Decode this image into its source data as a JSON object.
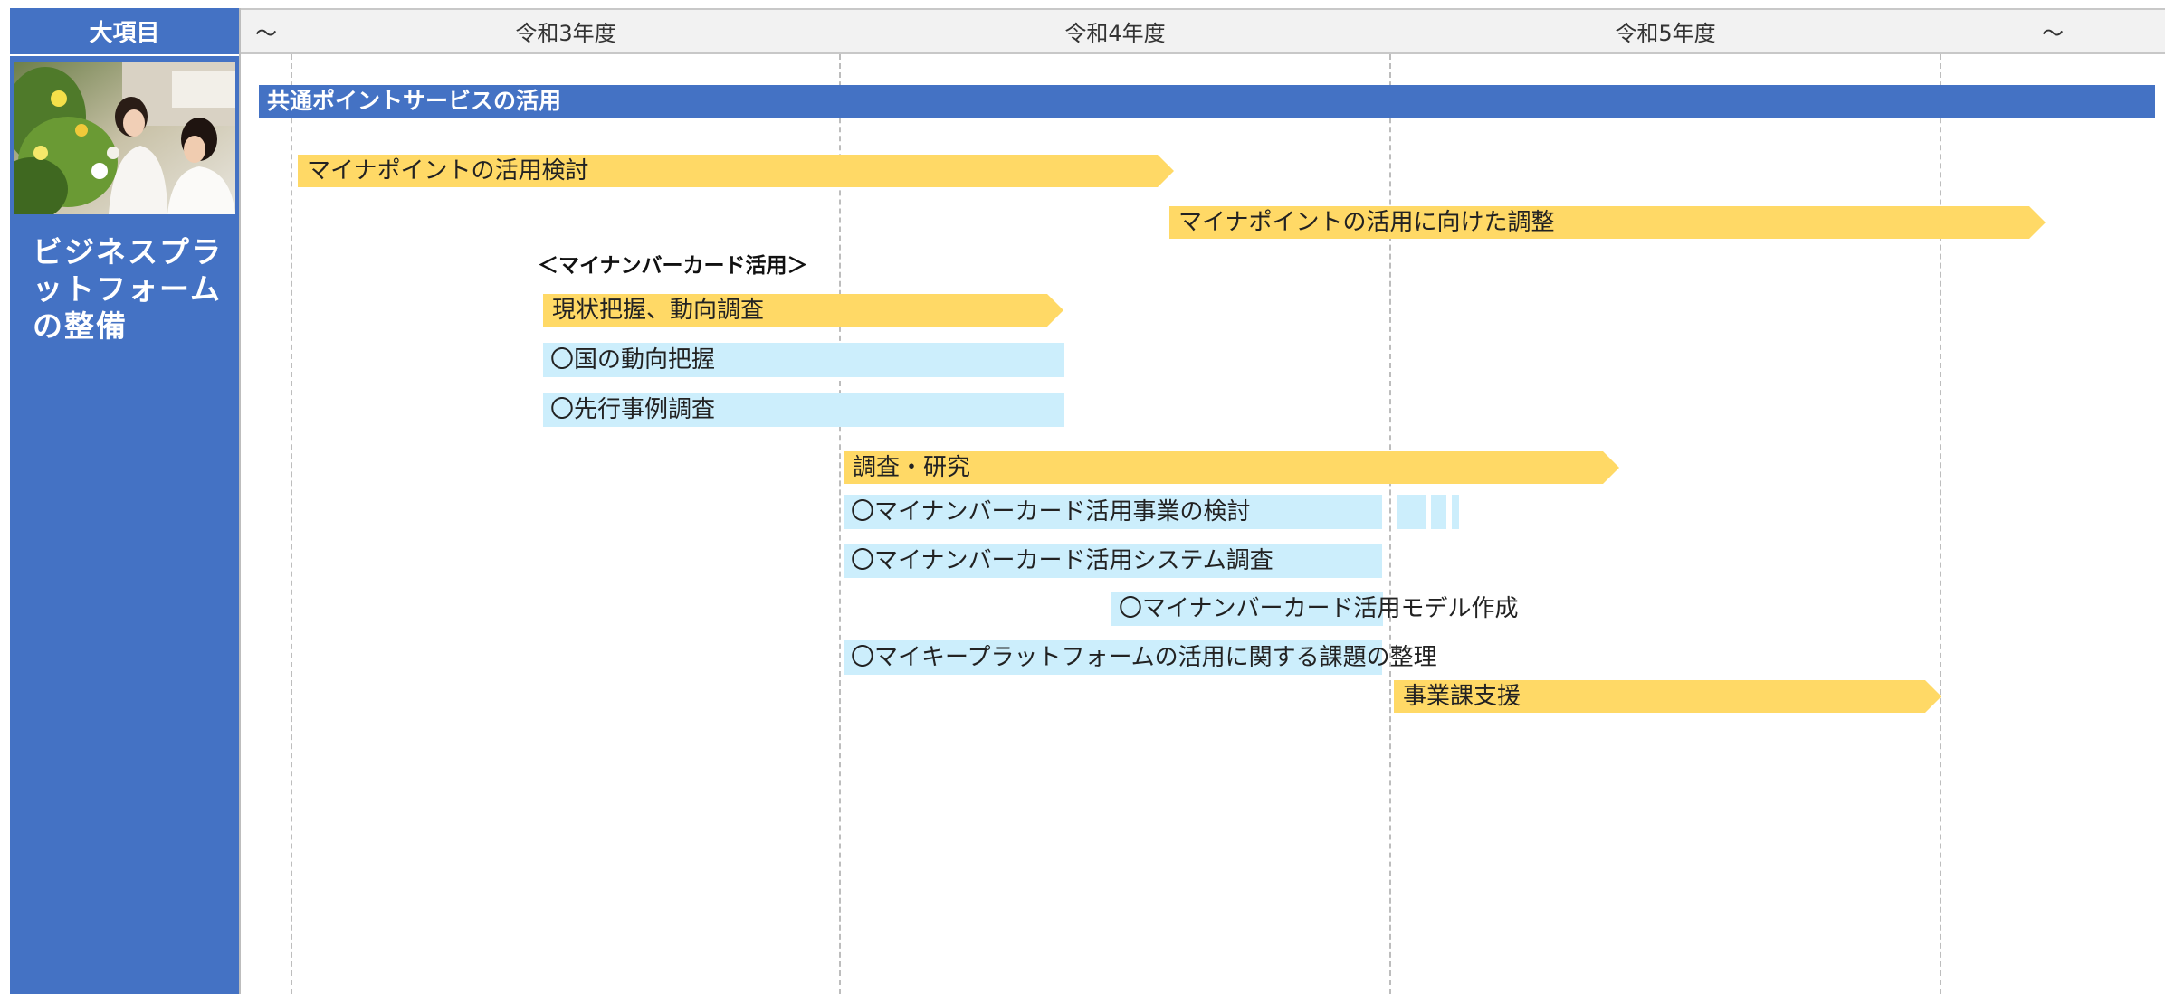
{
  "header": {
    "major_item": "大項目",
    "col_before": "～",
    "years": [
      "令和3年度",
      "令和4年度",
      "令和5年度"
    ],
    "col_after": "～"
  },
  "left": {
    "photo_icon": "flower-shop-photo",
    "category": "ビジネスプラットフォームの整備"
  },
  "main_bar": "共通ポイントサービスの活用",
  "arrows": {
    "mynapoint_review": "マイナポイントの活用検討",
    "mynapoint_adjust": "マイナポイントの活用に向けた調整",
    "status_survey": "現状把握、動向調査",
    "research": "調査・研究",
    "dept_support": "事業課支援"
  },
  "subheading": "＜マイナンバーカード活用＞",
  "tasks": {
    "national_trend": "〇国の動向把握",
    "advanced_cases": "〇先行事例調査",
    "card_business": "〇マイナンバーカード活用事業の検討",
    "card_system": "〇マイナンバーカード活用システム調査",
    "card_model": "〇マイナンバーカード活用モデル作成",
    "mykey_issues": "〇マイキープラットフォームの活用に関する課題の整理"
  },
  "colors": {
    "blue": "#4472c4",
    "yellow": "#ffd966",
    "light_blue": "#cceefc"
  }
}
